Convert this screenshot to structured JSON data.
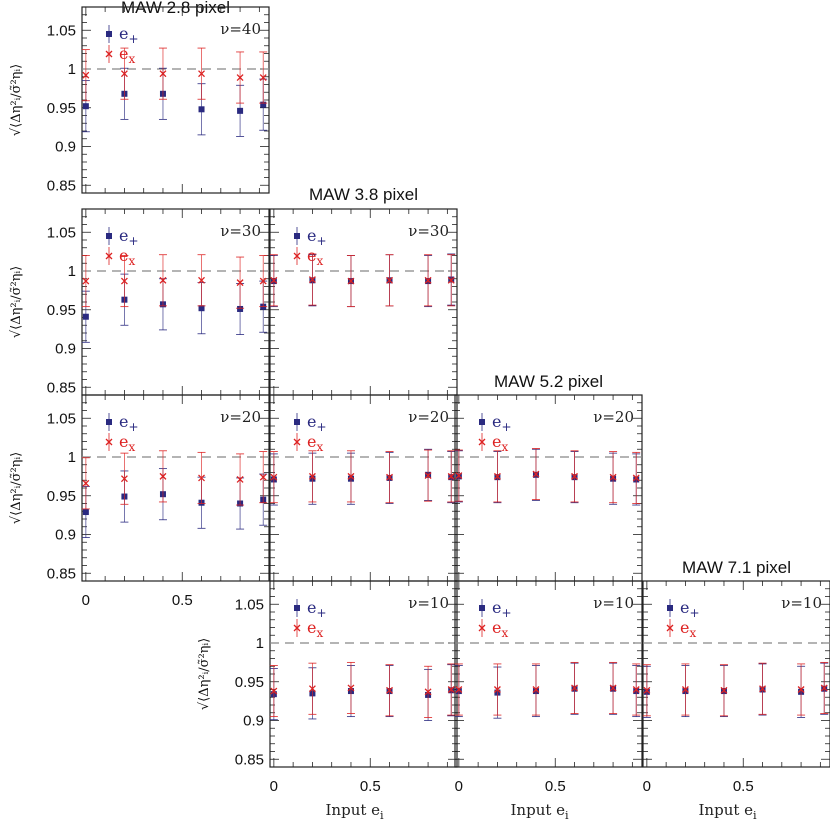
{
  "colors": {
    "e_plus": "#2a2a80",
    "e_cross": "#dd2222",
    "axis": "#222222",
    "ref": "#888888"
  },
  "chart_data": {
    "type": "scatter",
    "xlabel": "Input e",
    "xlabel_sub": "i",
    "ylabel": "√⟨Δη²ᵢ/σ̃²ηᵢ⟩",
    "xlim": [
      -0.02,
      0.95
    ],
    "ylim": [
      0.84,
      1.08
    ],
    "x_ticks": [
      "0",
      "0.5"
    ],
    "y_ticks": [
      "0.85",
      "0.9",
      "0.95",
      "1",
      "1.05"
    ],
    "reference_line": 1.0,
    "legend": {
      "e_plus": "e",
      "e_plus_sub": "+",
      "e_cross": "e",
      "e_cross_sub": "x"
    },
    "columns": [
      {
        "title": "MAW 2.8 pixel"
      },
      {
        "title": "MAW 3.8 pixel"
      },
      {
        "title": "MAW 5.2 pixel"
      },
      {
        "title": "MAW 7.1 pixel"
      }
    ],
    "panels": [
      {
        "col": 0,
        "row": 0,
        "nu": "ν=40",
        "x": [
          0,
          0.2,
          0.4,
          0.6,
          0.8,
          0.92
        ],
        "e_plus": [
          0.952,
          0.968,
          0.968,
          0.948,
          0.946,
          0.954
        ],
        "e_plus_err": [
          0.033,
          0.033,
          0.033,
          0.033,
          0.033,
          0.033
        ],
        "e_cross": [
          0.992,
          0.994,
          0.994,
          0.994,
          0.989,
          0.989
        ],
        "e_cross_err": [
          0.033,
          0.033,
          0.033,
          0.033,
          0.033,
          0.033
        ]
      },
      {
        "col": 0,
        "row": 1,
        "nu": "ν=30",
        "x": [
          0,
          0.2,
          0.4,
          0.6,
          0.8,
          0.92
        ],
        "e_plus": [
          0.941,
          0.963,
          0.957,
          0.952,
          0.951,
          0.954
        ],
        "e_plus_err": [
          0.033,
          0.033,
          0.033,
          0.033,
          0.033,
          0.033
        ],
        "e_cross": [
          0.987,
          0.987,
          0.988,
          0.988,
          0.985,
          0.987
        ],
        "e_cross_err": [
          0.033,
          0.033,
          0.033,
          0.033,
          0.033,
          0.033
        ]
      },
      {
        "col": 1,
        "row": 1,
        "nu": "ν=30",
        "x": [
          0,
          0.2,
          0.4,
          0.6,
          0.8,
          0.92
        ],
        "e_plus": [
          0.987,
          0.988,
          0.987,
          0.988,
          0.987,
          0.989
        ],
        "e_plus_err": [
          0.033,
          0.033,
          0.033,
          0.033,
          0.033,
          0.033
        ],
        "e_cross": [
          0.988,
          0.989,
          0.987,
          0.988,
          0.988,
          0.988
        ],
        "e_cross_err": [
          0.033,
          0.033,
          0.033,
          0.033,
          0.033,
          0.033
        ]
      },
      {
        "col": 0,
        "row": 2,
        "nu": "ν=20",
        "x": [
          0,
          0.2,
          0.4,
          0.6,
          0.8,
          0.92
        ],
        "e_plus": [
          0.929,
          0.949,
          0.952,
          0.941,
          0.94,
          0.945
        ],
        "e_plus_err": [
          0.033,
          0.033,
          0.033,
          0.033,
          0.033,
          0.033
        ],
        "e_cross": [
          0.966,
          0.972,
          0.975,
          0.973,
          0.971,
          0.974
        ],
        "e_cross_err": [
          0.033,
          0.033,
          0.033,
          0.033,
          0.033,
          0.033
        ]
      },
      {
        "col": 1,
        "row": 2,
        "nu": "ν=20",
        "x": [
          0,
          0.2,
          0.4,
          0.6,
          0.8,
          0.92
        ],
        "e_plus": [
          0.971,
          0.972,
          0.972,
          0.973,
          0.977,
          0.974
        ],
        "e_plus_err": [
          0.033,
          0.033,
          0.033,
          0.033,
          0.033,
          0.033
        ],
        "e_cross": [
          0.974,
          0.975,
          0.975,
          0.974,
          0.976,
          0.975
        ],
        "e_cross_err": [
          0.033,
          0.033,
          0.033,
          0.033,
          0.033,
          0.033
        ]
      },
      {
        "col": 2,
        "row": 2,
        "nu": "ν=20",
        "x": [
          0,
          0.2,
          0.4,
          0.6,
          0.8,
          0.92
        ],
        "e_plus": [
          0.975,
          0.974,
          0.977,
          0.974,
          0.972,
          0.971
        ],
        "e_plus_err": [
          0.033,
          0.033,
          0.033,
          0.033,
          0.033,
          0.033
        ],
        "e_cross": [
          0.976,
          0.975,
          0.978,
          0.975,
          0.974,
          0.973
        ],
        "e_cross_err": [
          0.033,
          0.033,
          0.033,
          0.033,
          0.033,
          0.033
        ]
      },
      {
        "col": 1,
        "row": 3,
        "nu": "ν=10",
        "x": [
          0,
          0.2,
          0.4,
          0.6,
          0.8,
          0.92
        ],
        "e_plus": [
          0.934,
          0.935,
          0.938,
          0.938,
          0.933,
          0.939
        ],
        "e_plus_err": [
          0.033,
          0.033,
          0.033,
          0.033,
          0.033,
          0.033
        ],
        "e_cross": [
          0.938,
          0.941,
          0.942,
          0.939,
          0.937,
          0.94
        ],
        "e_cross_err": [
          0.033,
          0.033,
          0.033,
          0.033,
          0.033,
          0.033
        ]
      },
      {
        "col": 2,
        "row": 3,
        "nu": "ν=10",
        "x": [
          0,
          0.2,
          0.4,
          0.6,
          0.8,
          0.92
        ],
        "e_plus": [
          0.938,
          0.936,
          0.938,
          0.941,
          0.941,
          0.938
        ],
        "e_plus_err": [
          0.033,
          0.033,
          0.033,
          0.033,
          0.033,
          0.033
        ],
        "e_cross": [
          0.94,
          0.94,
          0.94,
          0.942,
          0.942,
          0.94
        ],
        "e_cross_err": [
          0.033,
          0.033,
          0.033,
          0.033,
          0.033,
          0.033
        ]
      },
      {
        "col": 3,
        "row": 3,
        "nu": "ν=10",
        "x": [
          0,
          0.2,
          0.4,
          0.6,
          0.8,
          0.92
        ],
        "e_plus": [
          0.937,
          0.938,
          0.938,
          0.94,
          0.937,
          0.941
        ],
        "e_plus_err": [
          0.033,
          0.033,
          0.033,
          0.033,
          0.033,
          0.033
        ],
        "e_cross": [
          0.939,
          0.94,
          0.939,
          0.941,
          0.94,
          0.942
        ],
        "e_cross_err": [
          0.033,
          0.033,
          0.033,
          0.033,
          0.033,
          0.033
        ]
      }
    ]
  }
}
